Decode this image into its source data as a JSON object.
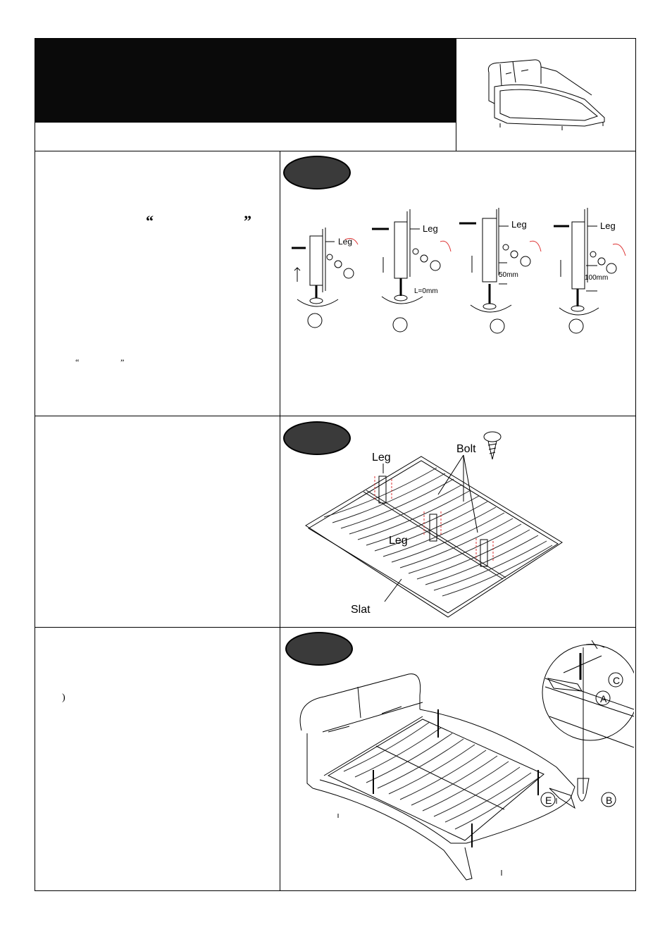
{
  "steps": {
    "legs": {
      "labels": {
        "leg": "Leg"
      },
      "measurements": [
        "L=0mm",
        "50mm",
        "100mm"
      ]
    },
    "frame": {
      "labels": {
        "leg_top": "Leg",
        "leg_mid": "Leg",
        "bolt": "Bolt",
        "slat": "Slat"
      }
    },
    "attach": {
      "callouts": {
        "c": "C",
        "a": "A",
        "b": "B",
        "e": "E"
      }
    }
  },
  "left_text": {
    "quote_open_1": "“",
    "quote_close_1": "”",
    "quote_open_2": "“",
    "quote_close_2": "”",
    "paren": ")"
  }
}
